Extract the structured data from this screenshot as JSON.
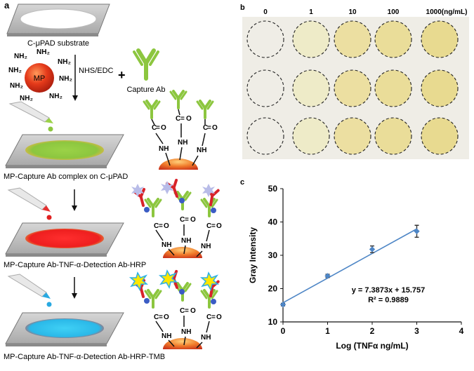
{
  "panel_a": {
    "letter": "a",
    "substrate_caption": "C-μPAD substrate",
    "amine_label": "NH₂",
    "mp_label": "MP",
    "reagent_label": "NHS/EDC",
    "plus": "+",
    "capture_ab_label": "Capture Ab",
    "step1_caption": "MP-Capture Ab complex on C-μPAD",
    "step2_caption": "MP-Capture Ab-TNF-α-Detection Ab-HRP",
    "step3_caption": "MP-Capture Ab-TNF-α-Detection Ab-HRP-TMB",
    "chem": {
      "c": "C",
      "o": "O",
      "nh": "NH",
      "bond": "="
    },
    "colors": {
      "mp": "#e53a1a",
      "antibody_green": "#8cc63f",
      "detection_red": "#d8232a",
      "tmb_blue": "#29a9e1",
      "hrp_star": "#9aa0d6",
      "tmb_star": "#ffe600"
    }
  },
  "panel_b": {
    "letter": "b",
    "column_labels": [
      "0",
      "1",
      "10",
      "100",
      "1000(ng/mL)"
    ],
    "rows": 3,
    "background": "#efede6",
    "spot_fill": [
      "#efede6",
      "#eeebc8",
      "#ecdfa1",
      "#eadd99",
      "#e8da90"
    ]
  },
  "panel_c": {
    "letter": "c",
    "chart_data": {
      "type": "scatter",
      "x": [
        0,
        1,
        2,
        3
      ],
      "y": [
        15.2,
        23.8,
        31.8,
        37.2
      ],
      "error": [
        0.4,
        0.5,
        1.0,
        1.8
      ],
      "fit": {
        "slope": 7.3873,
        "intercept": 15.757,
        "equation": "y = 7.3873x + 15.757",
        "r2": "R² = 0.9889"
      },
      "xlabel": "Log (TNFα ng/mL)",
      "ylabel": "Gray Intensity",
      "xlim": [
        0,
        4
      ],
      "ylim": [
        10,
        50
      ],
      "xticks": [
        "0",
        "1",
        "2",
        "3",
        "4"
      ],
      "yticks": [
        "10",
        "20",
        "30",
        "40",
        "50"
      ],
      "grid": false,
      "colors": {
        "marker": "#4e86c6",
        "line": "#4e86c6",
        "error": "#333333"
      }
    }
  }
}
